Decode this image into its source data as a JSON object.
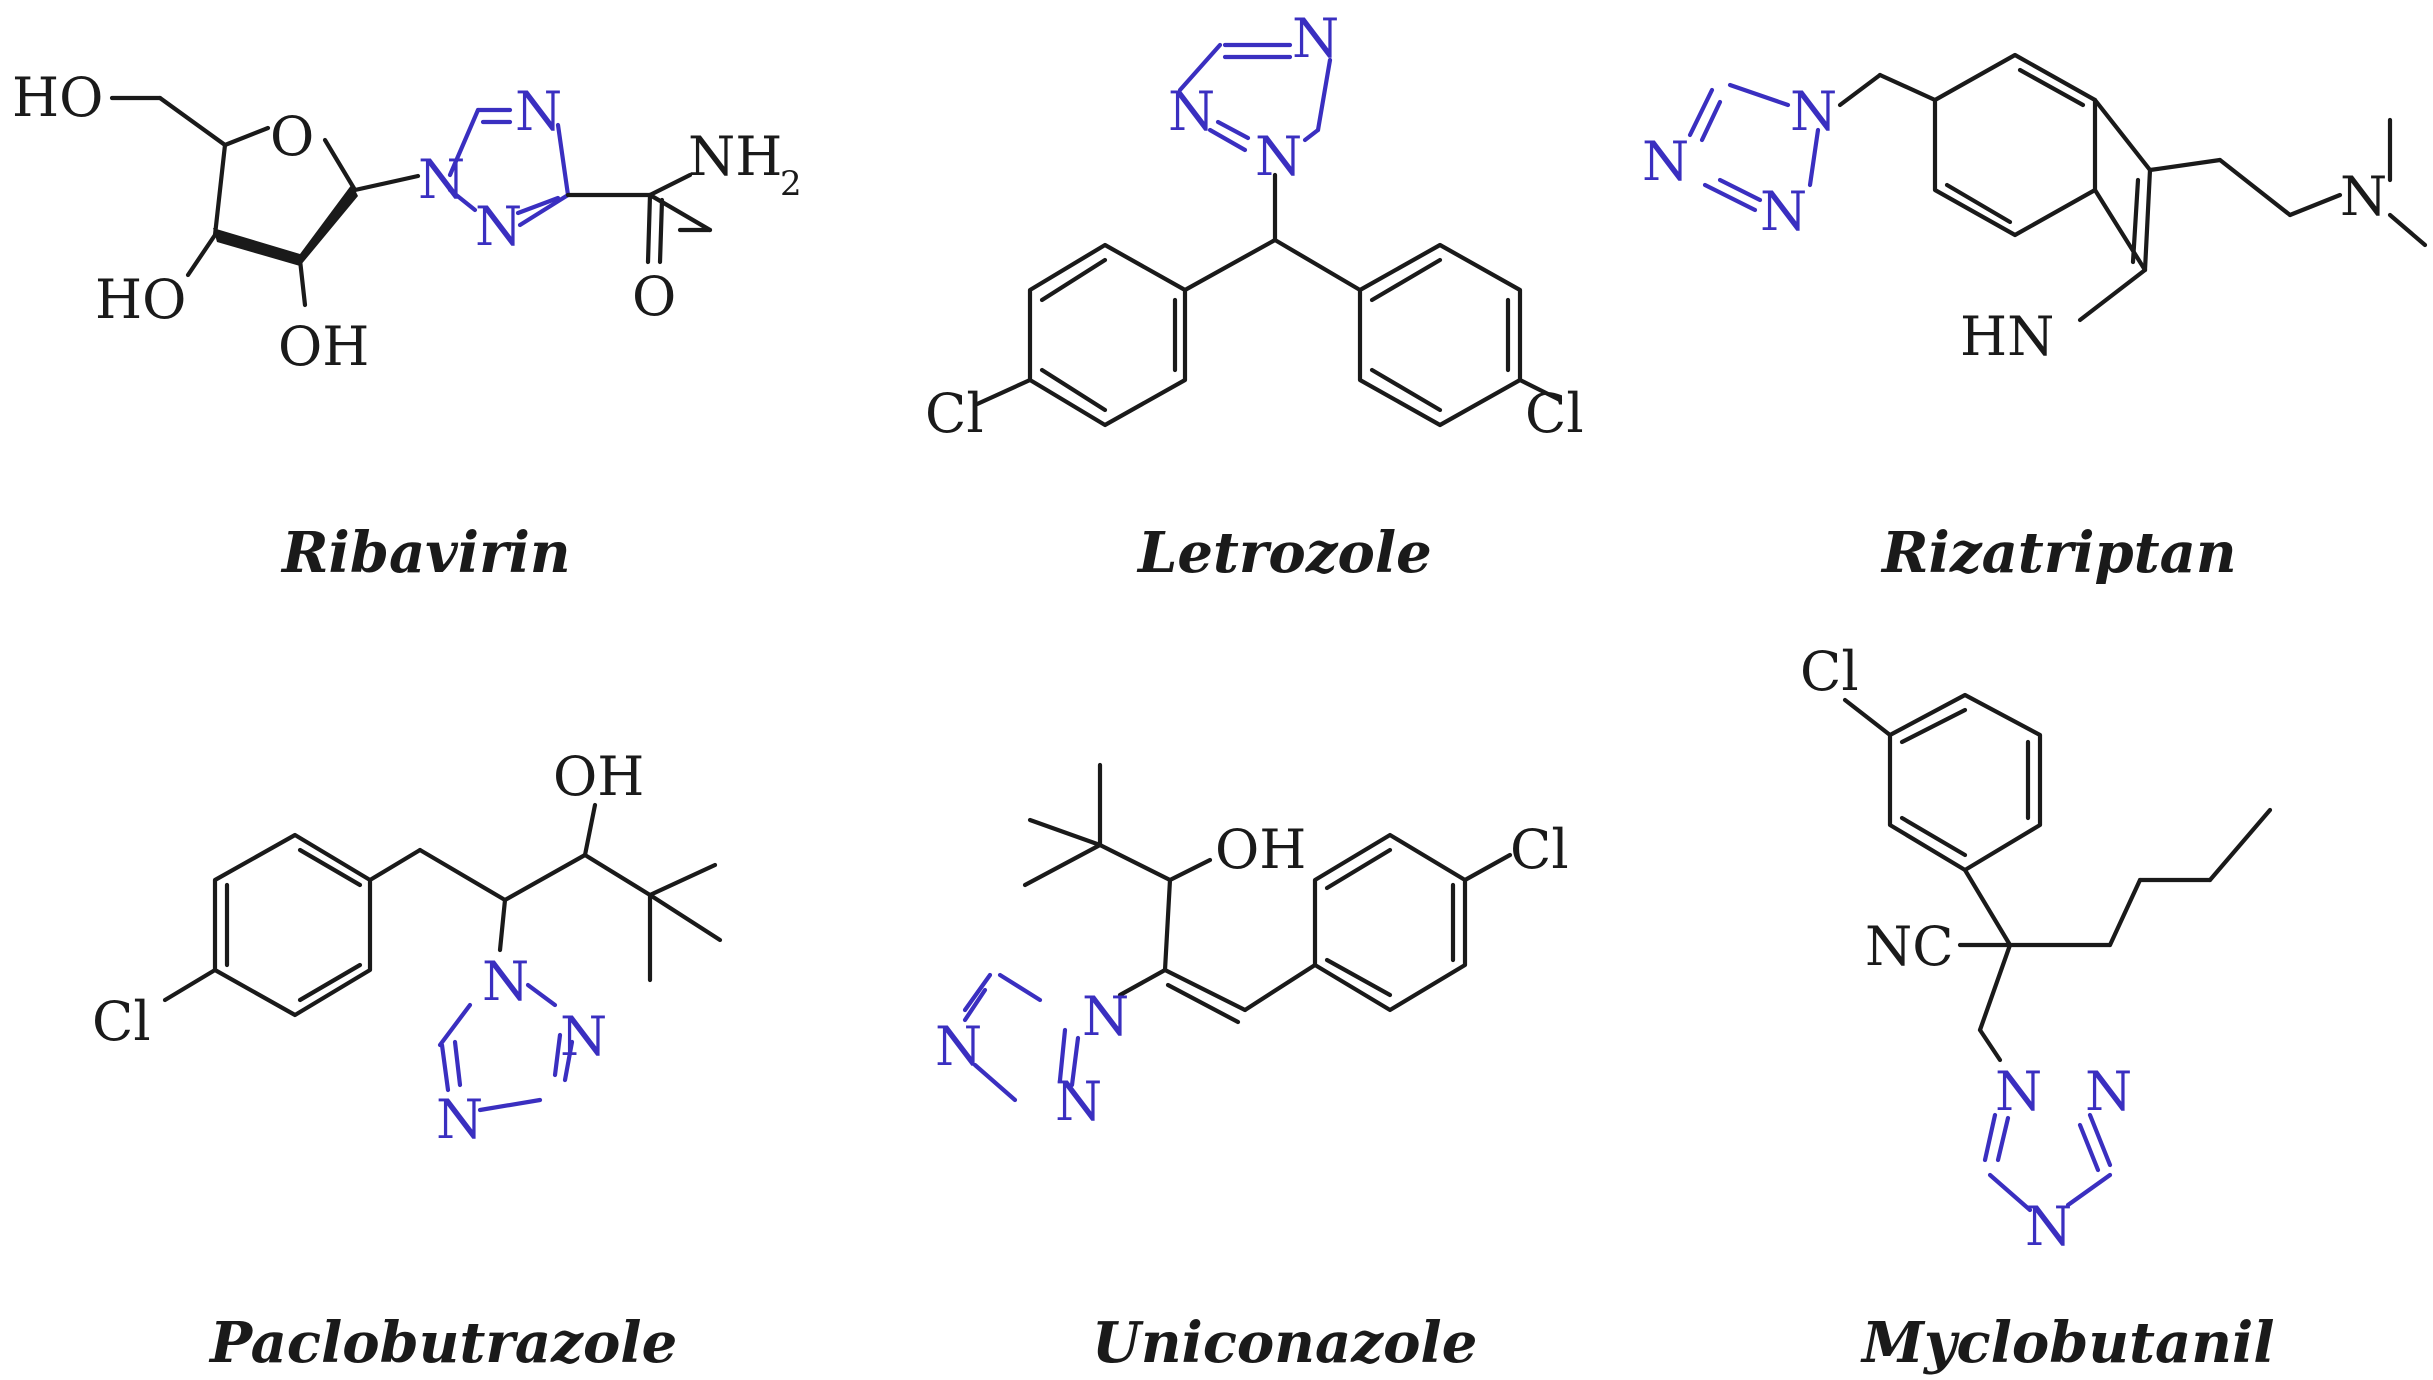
{
  "colors": {
    "bond": "#1a1a1a",
    "triazole": "#3a2fc0",
    "background": "#ffffff"
  },
  "compounds": [
    {
      "name": "Ribavirin",
      "labels": {
        "ho_top": "HO",
        "o_ring": "O",
        "n1": "N",
        "n2": "N",
        "n3": "N",
        "nh2": "NH",
        "nh2_sub": "2",
        "o_carbonyl": "O",
        "ho_left": "HO",
        "oh_bottom": "OH"
      }
    },
    {
      "name": "Letrozole",
      "labels": {
        "n_top": "N",
        "n_left": "N",
        "n_bottom": "N",
        "cl_left": "Cl",
        "cl_right": "Cl"
      }
    },
    {
      "name": "Rizatriptan",
      "labels": {
        "n_link": "N",
        "n_left": "N",
        "n_bottom": "N",
        "hn": "HN",
        "n_amine": "N"
      }
    },
    {
      "name": "Paclobutrazole",
      "labels": {
        "oh": "OH",
        "cl": "Cl",
        "n_link": "N",
        "n_right": "N",
        "n_bottom": "N"
      }
    },
    {
      "name": "Uniconazole",
      "labels": {
        "oh": "OH",
        "cl": "Cl",
        "n_link": "N",
        "n_left": "N",
        "n_bottom": "N"
      }
    },
    {
      "name": "Myclobutanil",
      "labels": {
        "cl": "Cl",
        "nc": "NC",
        "n_link": "N",
        "n_right": "N",
        "n_bottom": "N"
      }
    }
  ]
}
